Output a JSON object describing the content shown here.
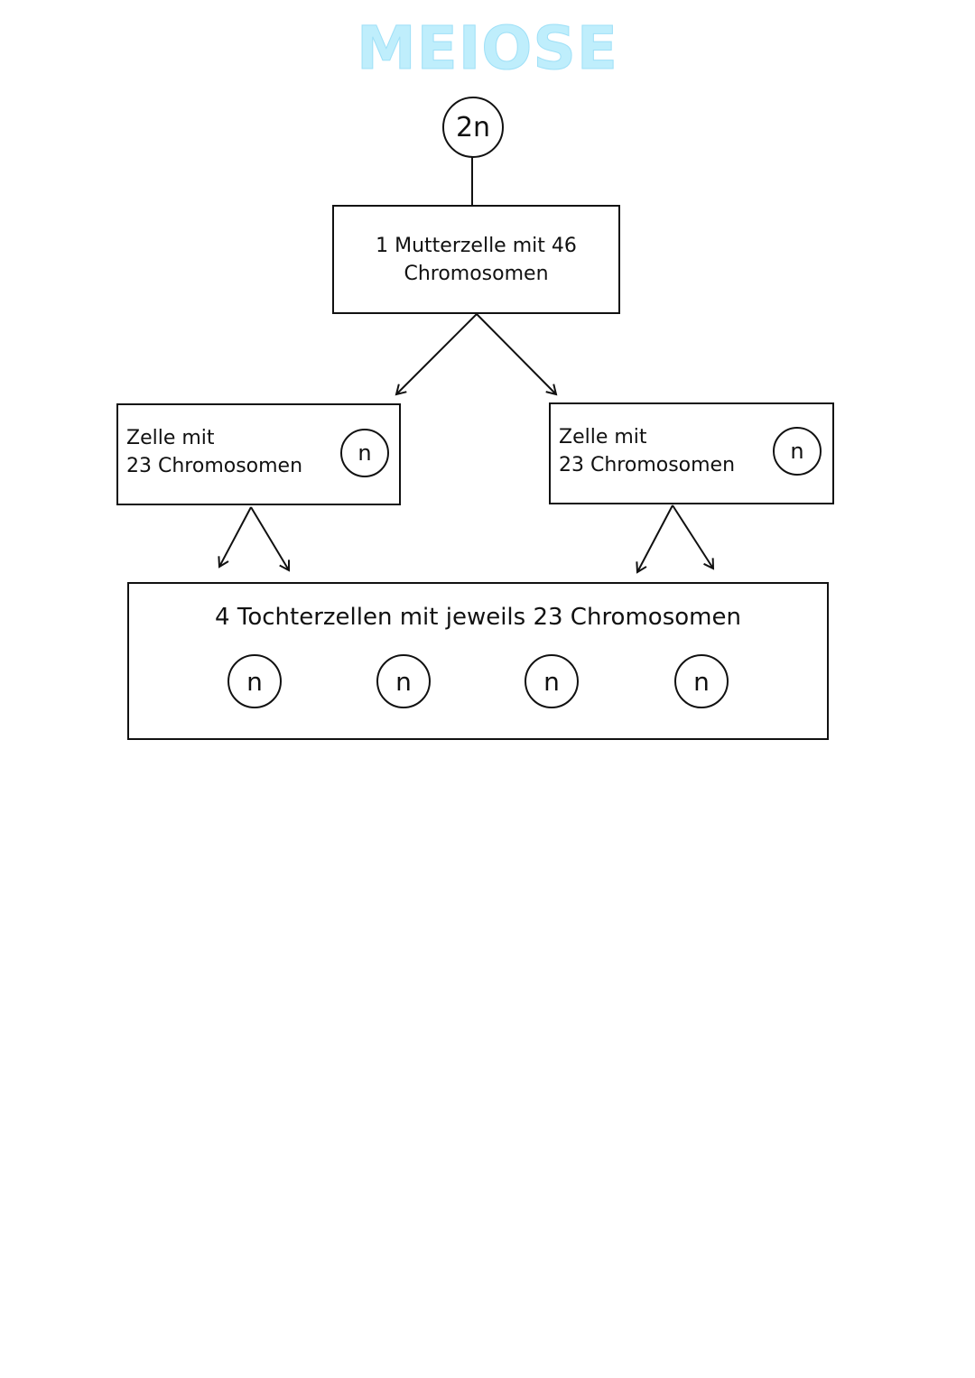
{
  "title": "MEIOSE",
  "diploid_label": "2n",
  "haploid_label": "n",
  "mother_cell": {
    "line1": "1 Mutterzelle mit 46",
    "line2": "Chromosomen"
  },
  "cell_left": {
    "line1": "Zelle mit",
    "line2": "23 Chromosomen"
  },
  "cell_right": {
    "line1": "Zelle mit",
    "line2": "23 Chromosomen"
  },
  "daughter_cells": {
    "label": "4 Tochterzellen mit jeweils 23 Chromosomen"
  },
  "colors": {
    "title": "#bfeefc",
    "line": "#111111"
  }
}
